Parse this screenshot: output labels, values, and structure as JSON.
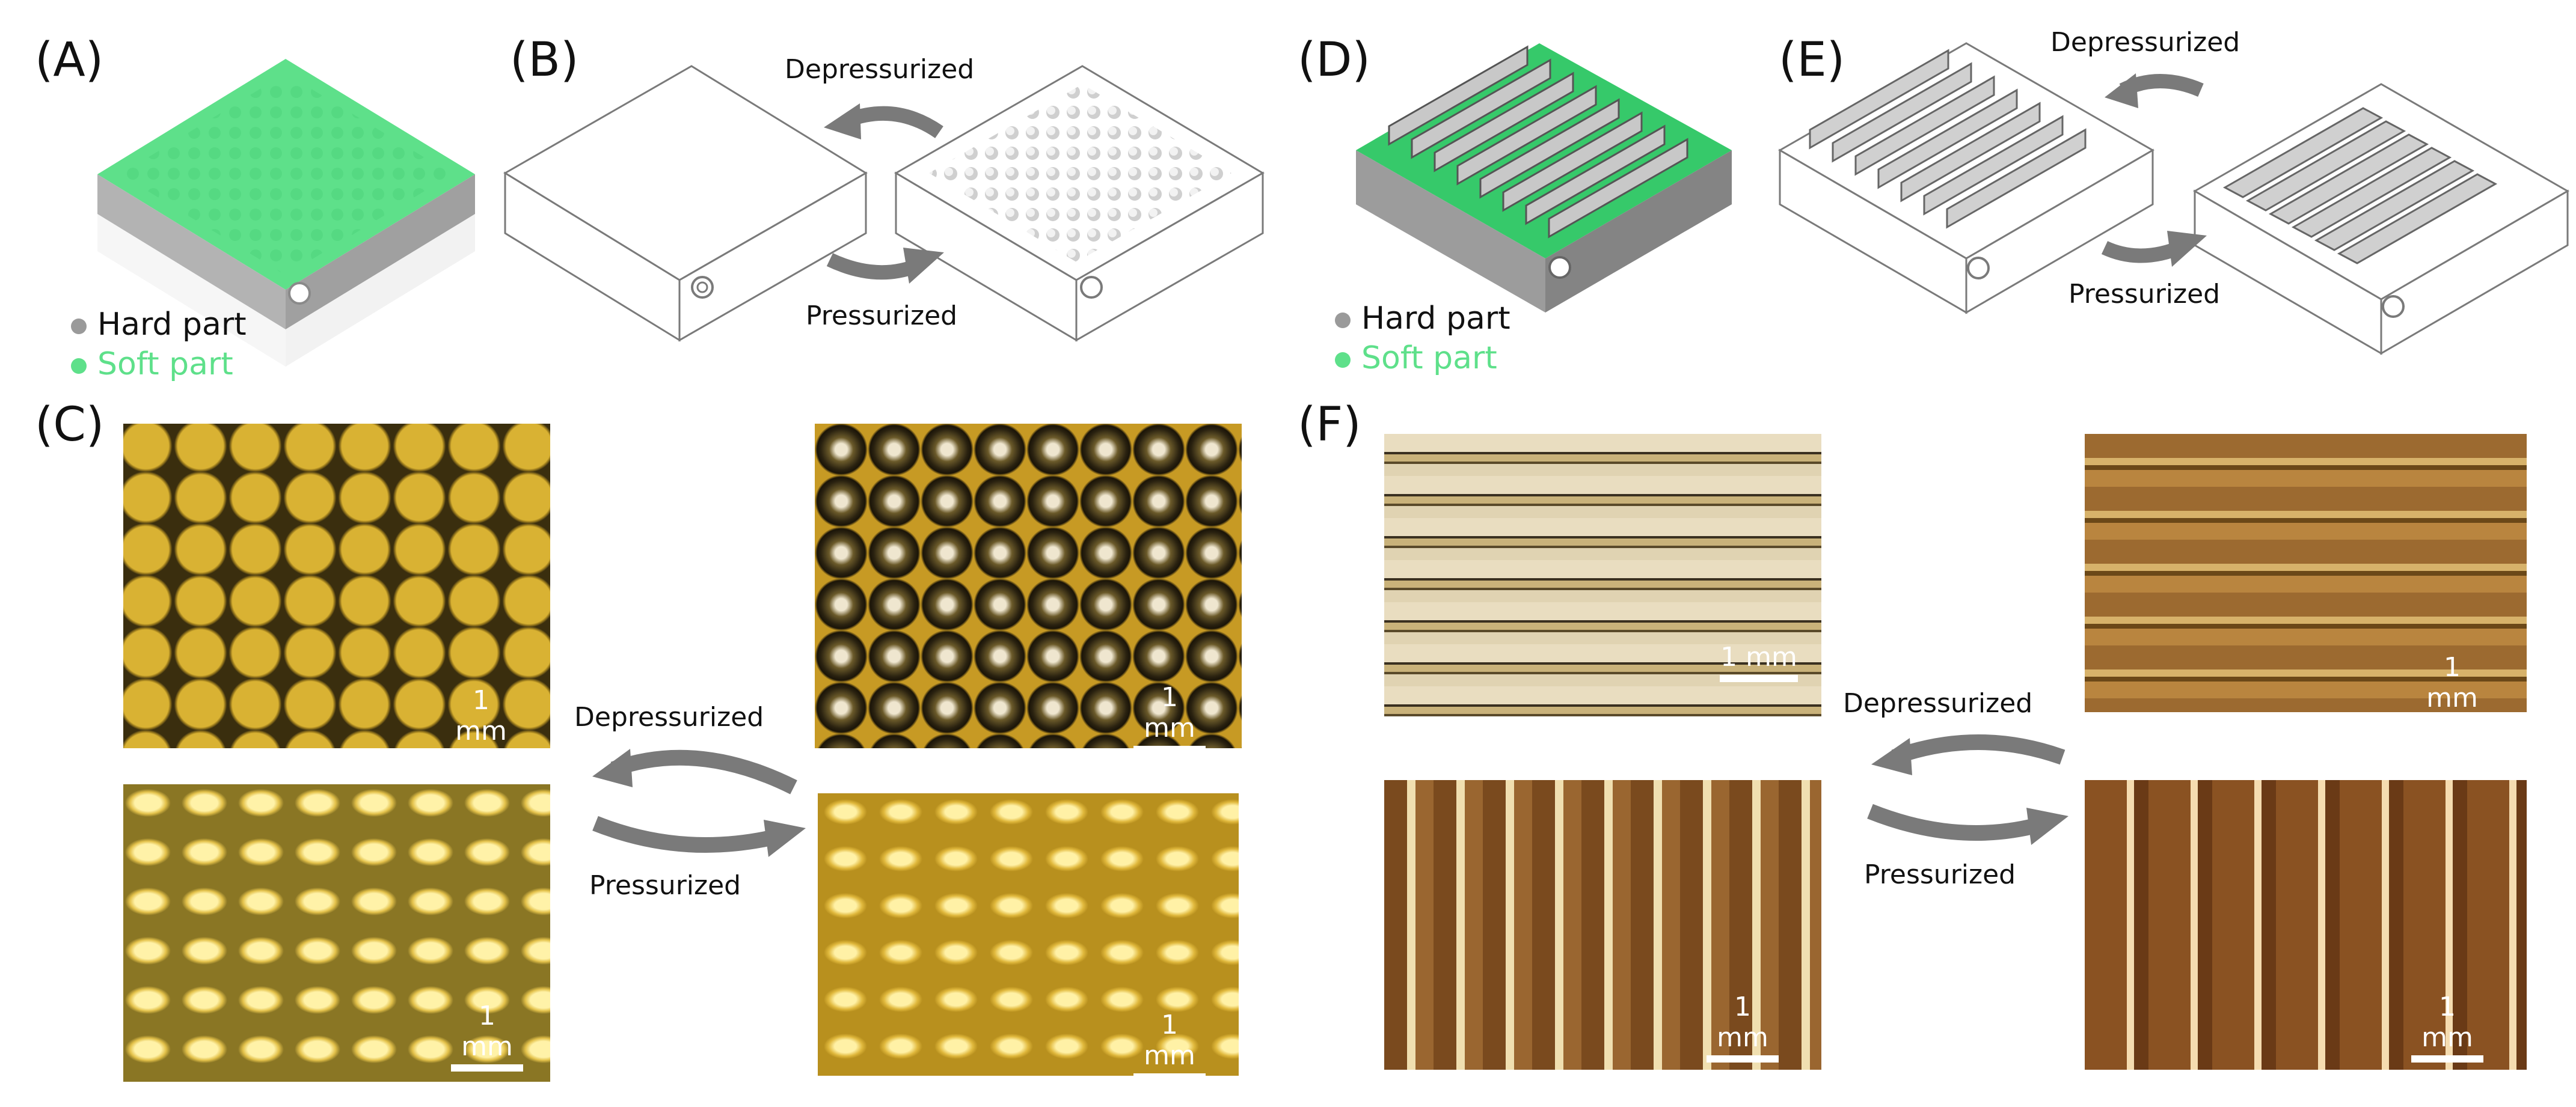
{
  "panels": {
    "a": {
      "label": "(A)"
    },
    "b": {
      "label": "(B)",
      "top_word": "Depressurized",
      "bottom_word": "Pressurized"
    },
    "c": {
      "label": "(C)",
      "top_word": "Depressurized",
      "bottom_word": "Pressurized",
      "scale": "1 mm"
    },
    "d": {
      "label": "(D)"
    },
    "e": {
      "label": "(E)",
      "top_word": "Depressurized",
      "bottom_word": "Pressurized"
    },
    "f": {
      "label": "(F)",
      "top_word": "Depressurized",
      "bottom_word": "Pressurized",
      "scale": "1 mm"
    }
  },
  "legend": {
    "hard": {
      "label": "Hard part",
      "color": "#9a9a9a"
    },
    "soft": {
      "label": "Soft part",
      "color": "#5ee08a"
    }
  },
  "colors": {
    "arrow": "#7a7a7a",
    "soft_green": "#5ee08a",
    "gold": "#d9b233",
    "amber": "#a8662a"
  }
}
